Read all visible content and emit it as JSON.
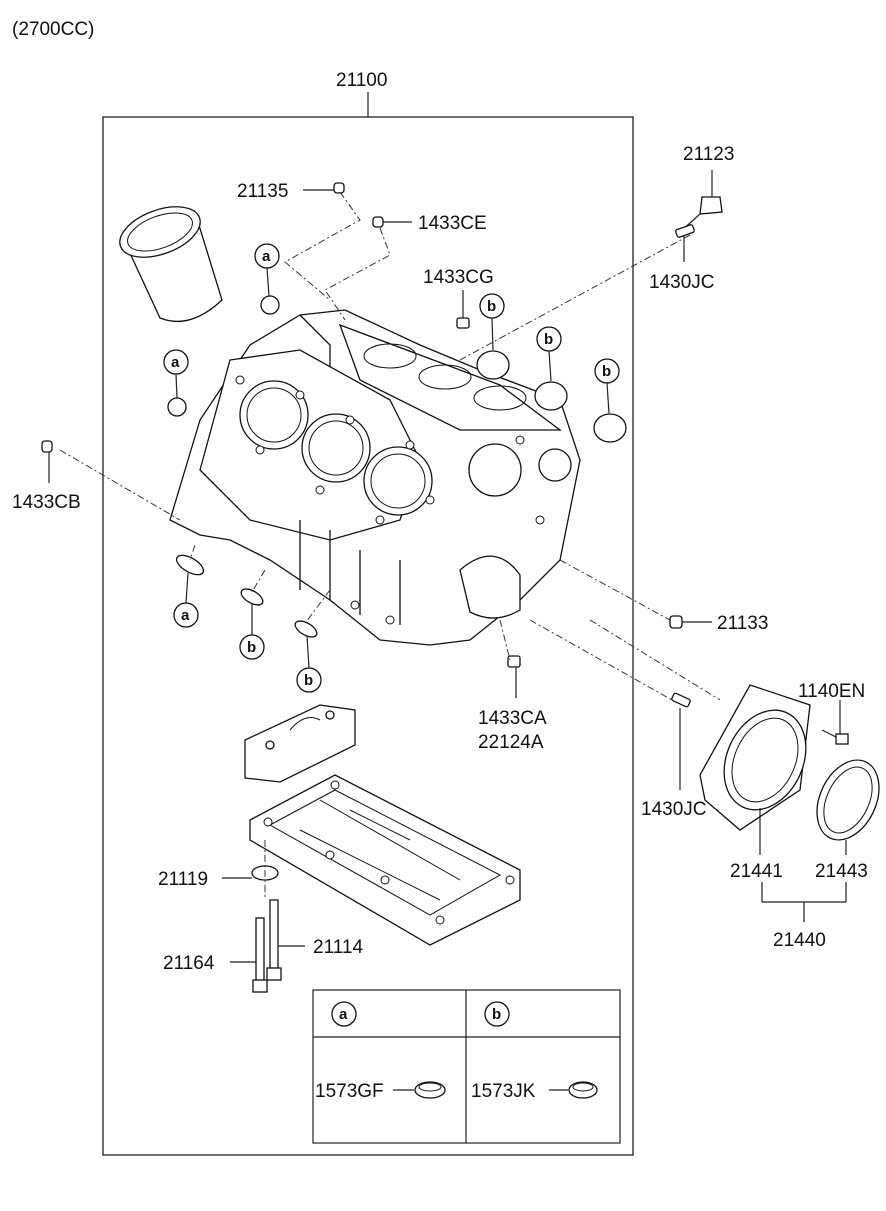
{
  "variant": "(2700CC)",
  "labels": {
    "block": "21100",
    "bolt_top": "21123",
    "plug_21135": "21135",
    "plug_1433CE": "1433CE",
    "pin_1433CG": "1433CG",
    "pin_1430JC_top": "1430JC",
    "plug_1433CB": "1433CB",
    "plug_21133": "21133",
    "pin_1433CA": "1433CA",
    "pin_22124A": "22124A",
    "bolt_1140EN": "1140EN",
    "pin_1430JC_bottom": "1430JC",
    "seal_case": "21441",
    "seal": "21443",
    "seal_assy": "21440",
    "washer": "21119",
    "bolt_long": "21164",
    "bolt_21114": "21114"
  },
  "callouts": {
    "a": "a",
    "b": "b"
  },
  "legend": {
    "a_letter": "a",
    "b_letter": "b",
    "a_part": "1573GF",
    "b_part": "1573JK"
  }
}
